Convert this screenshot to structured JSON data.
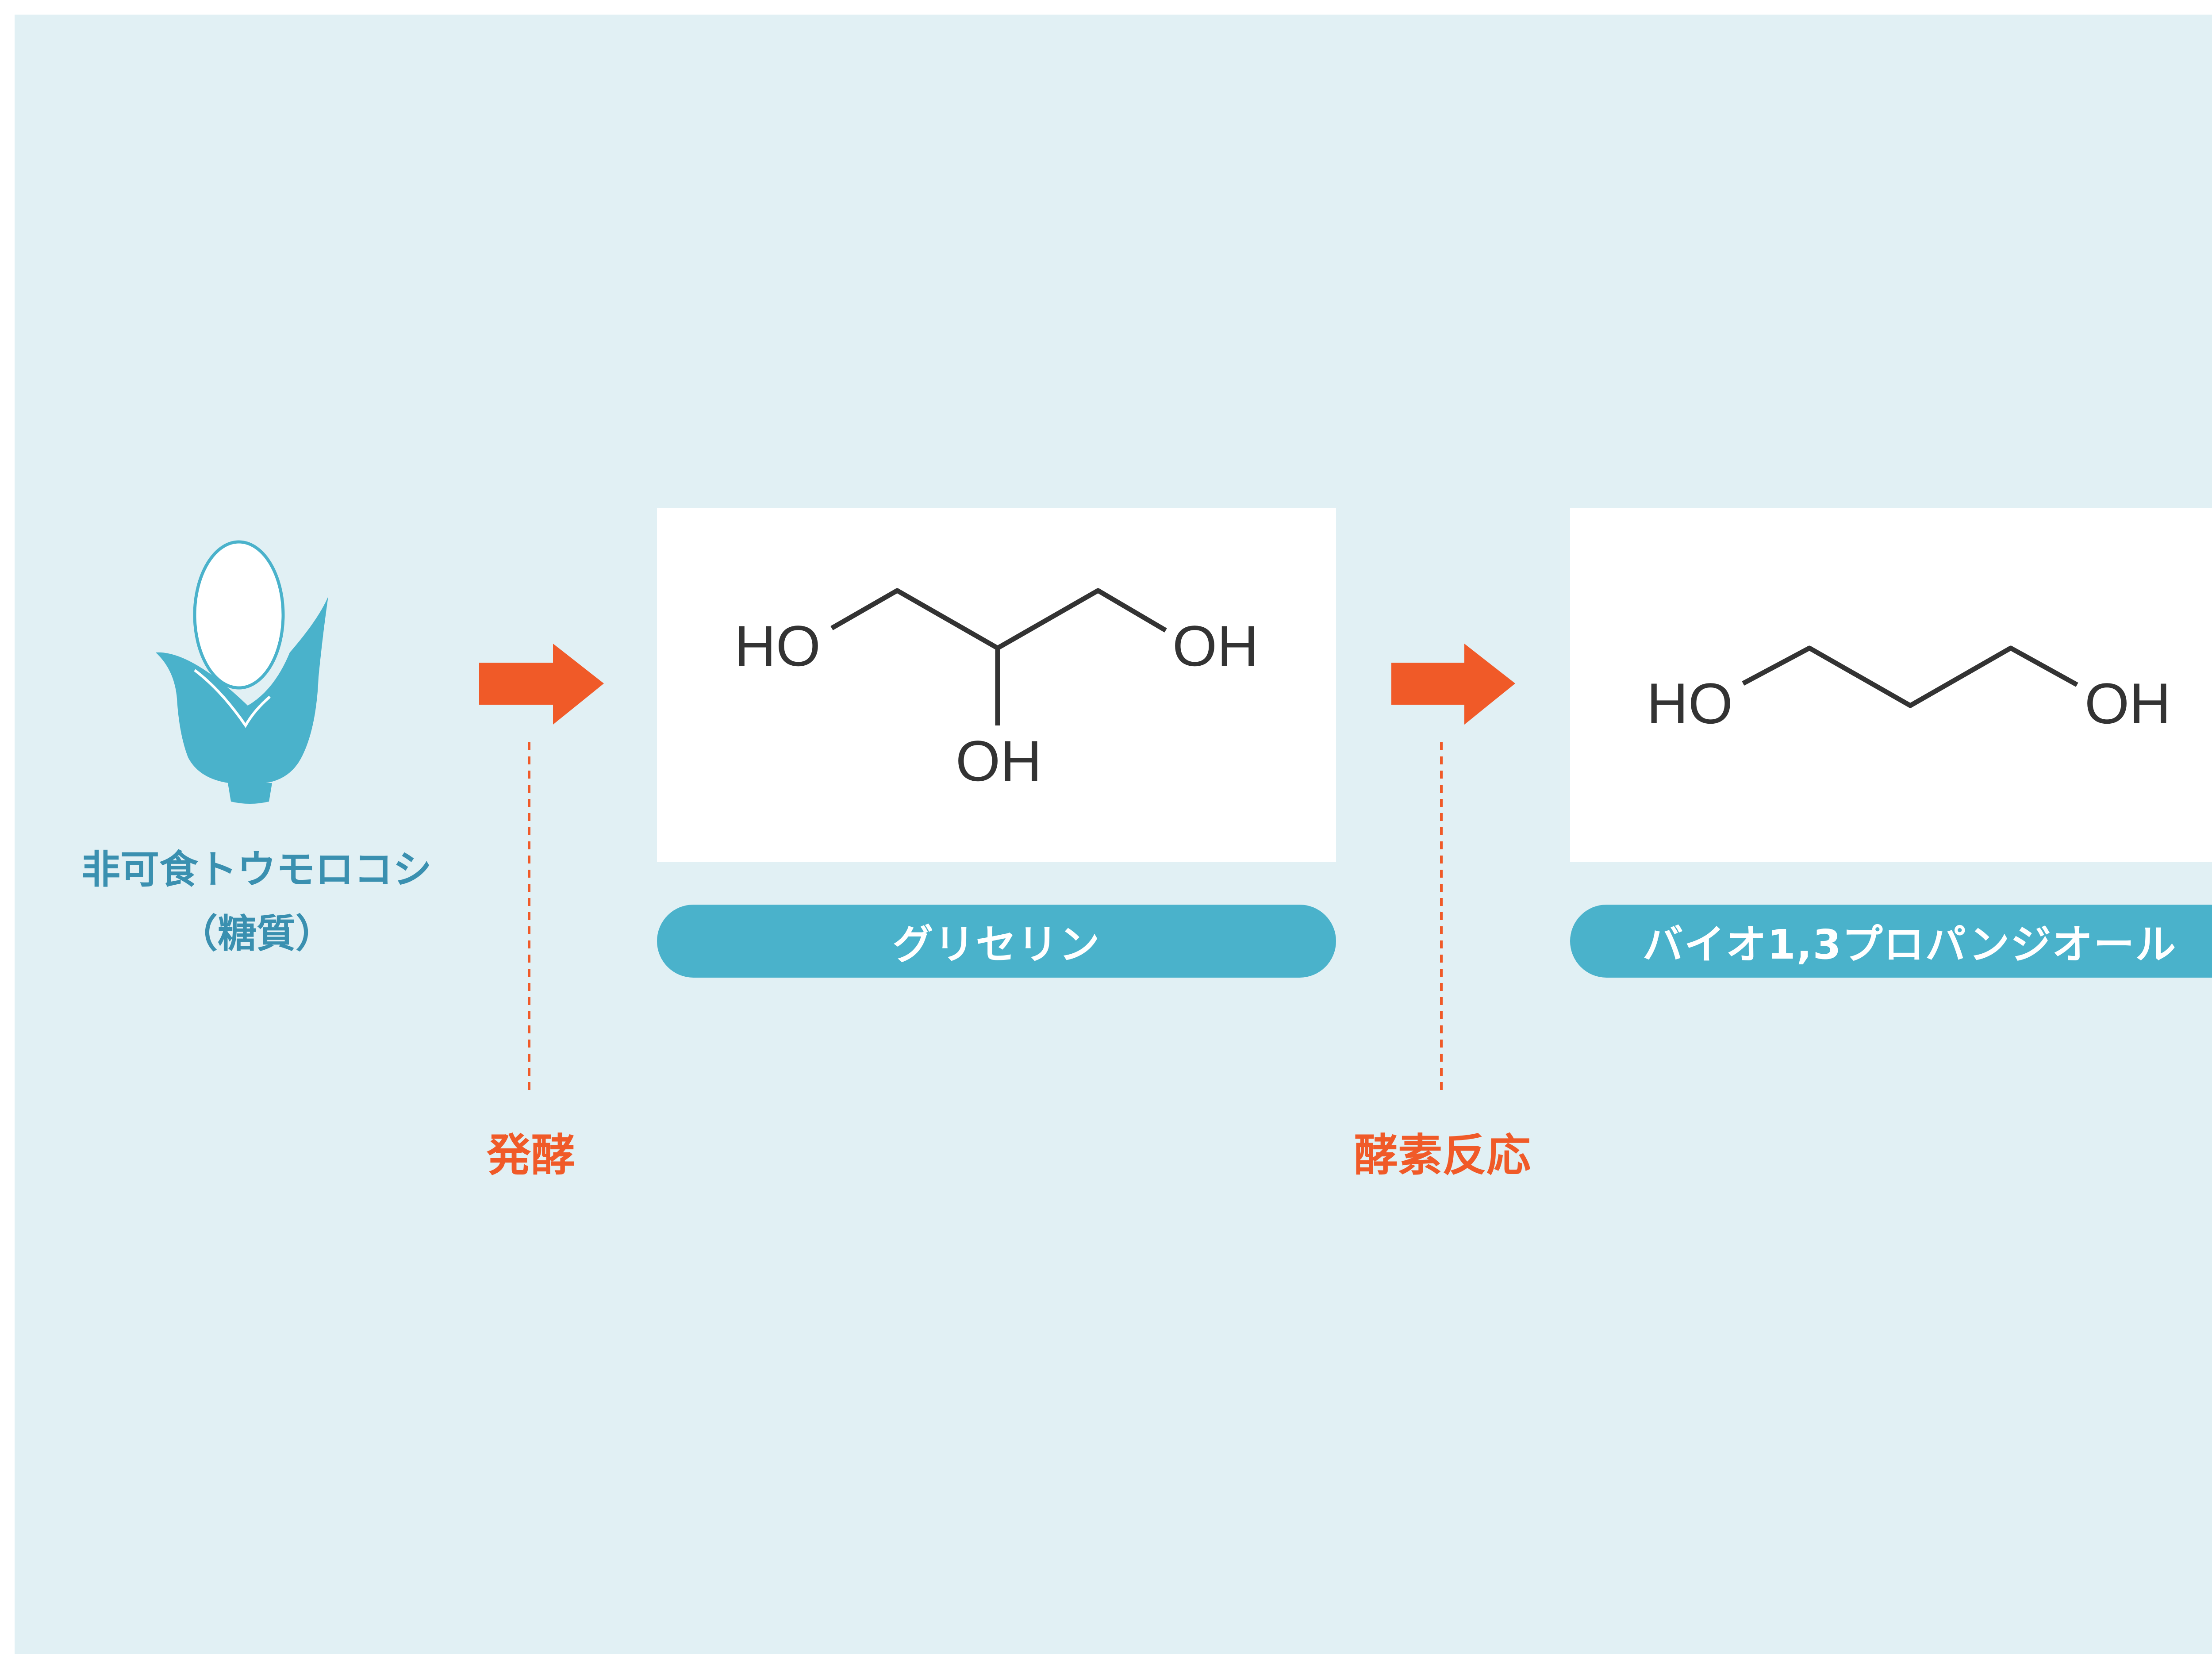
{
  "source": {
    "name": "非可食トウモロコシ",
    "sub": "（糖質）",
    "icon": "corn-icon"
  },
  "steps": [
    {
      "label": "発酵",
      "arrow_icon": "arrow-right-icon"
    },
    {
      "label": "酵素反応",
      "arrow_icon": "arrow-right-icon"
    }
  ],
  "products": [
    {
      "name": "グリセリン",
      "atoms": [
        "HO",
        "OH",
        "OH"
      ]
    },
    {
      "name": "バイオ1,3プロパンジオール",
      "atoms": [
        "HO",
        "OH"
      ]
    }
  ],
  "colors": {
    "background": "#e1f0f4",
    "accent_blue": "#4ab2cb",
    "arrow_orange": "#f05a28",
    "bond": "#333333"
  }
}
